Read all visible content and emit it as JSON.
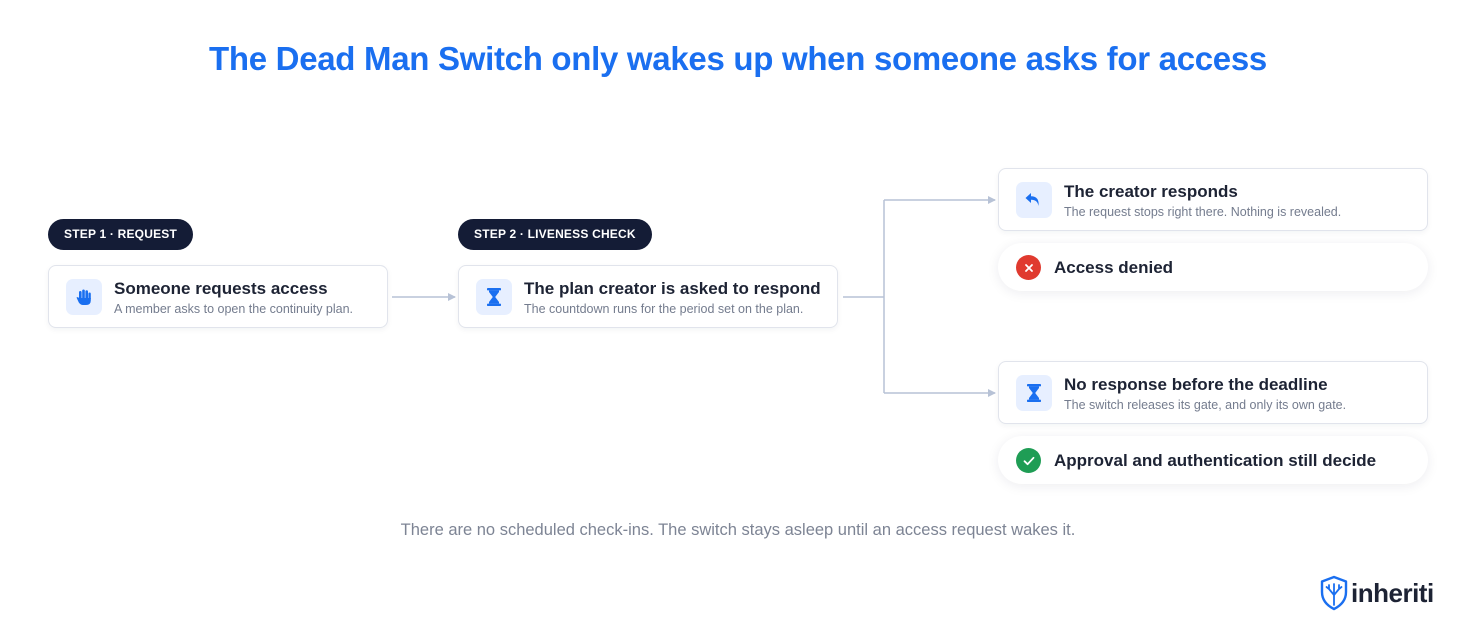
{
  "title": "The Dead Man Switch only wakes up when someone asks for access",
  "steps": [
    {
      "pill": "STEP 1 · REQUEST",
      "title": "Someone requests access",
      "subtitle": "A member asks to open the continuity plan.",
      "icon": "hand-icon"
    },
    {
      "pill": "STEP 2 · LIVENESS CHECK",
      "title": "The plan creator is asked to respond",
      "subtitle": "The countdown runs for the period set on the plan.",
      "icon": "hourglass-icon"
    }
  ],
  "branches": [
    {
      "title": "The creator responds",
      "subtitle": "The request stops right there. Nothing is revealed.",
      "icon": "reply-arrow-icon",
      "outcome": "Access denied",
      "outcome_icon": "x-icon",
      "outcome_color": "#e03a2f"
    },
    {
      "title": "No response before the deadline",
      "subtitle": "The switch releases its gate, and only its own gate.",
      "icon": "hourglass-icon",
      "outcome": "Approval and authentication still decide",
      "outcome_icon": "check-icon",
      "outcome_color": "#1f9d55"
    }
  ],
  "footnote": "There are no scheduled check-ins. The switch stays asleep until an access request wakes it.",
  "logo_text": "inheriti",
  "colors": {
    "accent": "#1a6ff0",
    "pill_bg": "#141c36",
    "icon_bg": "#e7efff",
    "connector": "#b7c2d6"
  }
}
